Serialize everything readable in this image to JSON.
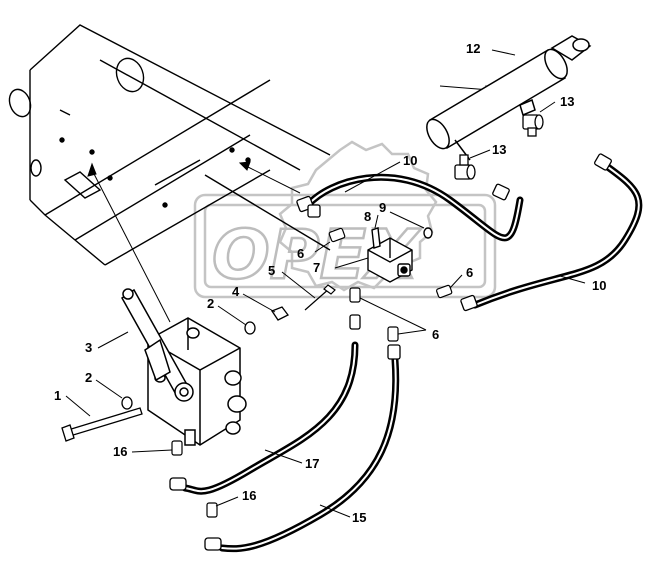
{
  "watermark": {
    "text": "OPEX"
  },
  "callouts": {
    "c1": "1",
    "c2a": "2",
    "c2b": "2",
    "c3": "3",
    "c4": "4",
    "c5": "5",
    "c6a": "6",
    "c6b": "6",
    "c6c": "6",
    "c7": "7",
    "c8": "8",
    "c9": "9",
    "c10a": "10",
    "c10b": "10",
    "c12": "12",
    "c13a": "13",
    "c13b": "13",
    "c15": "15",
    "c16a": "16",
    "c16b": "16",
    "c17": "17"
  }
}
